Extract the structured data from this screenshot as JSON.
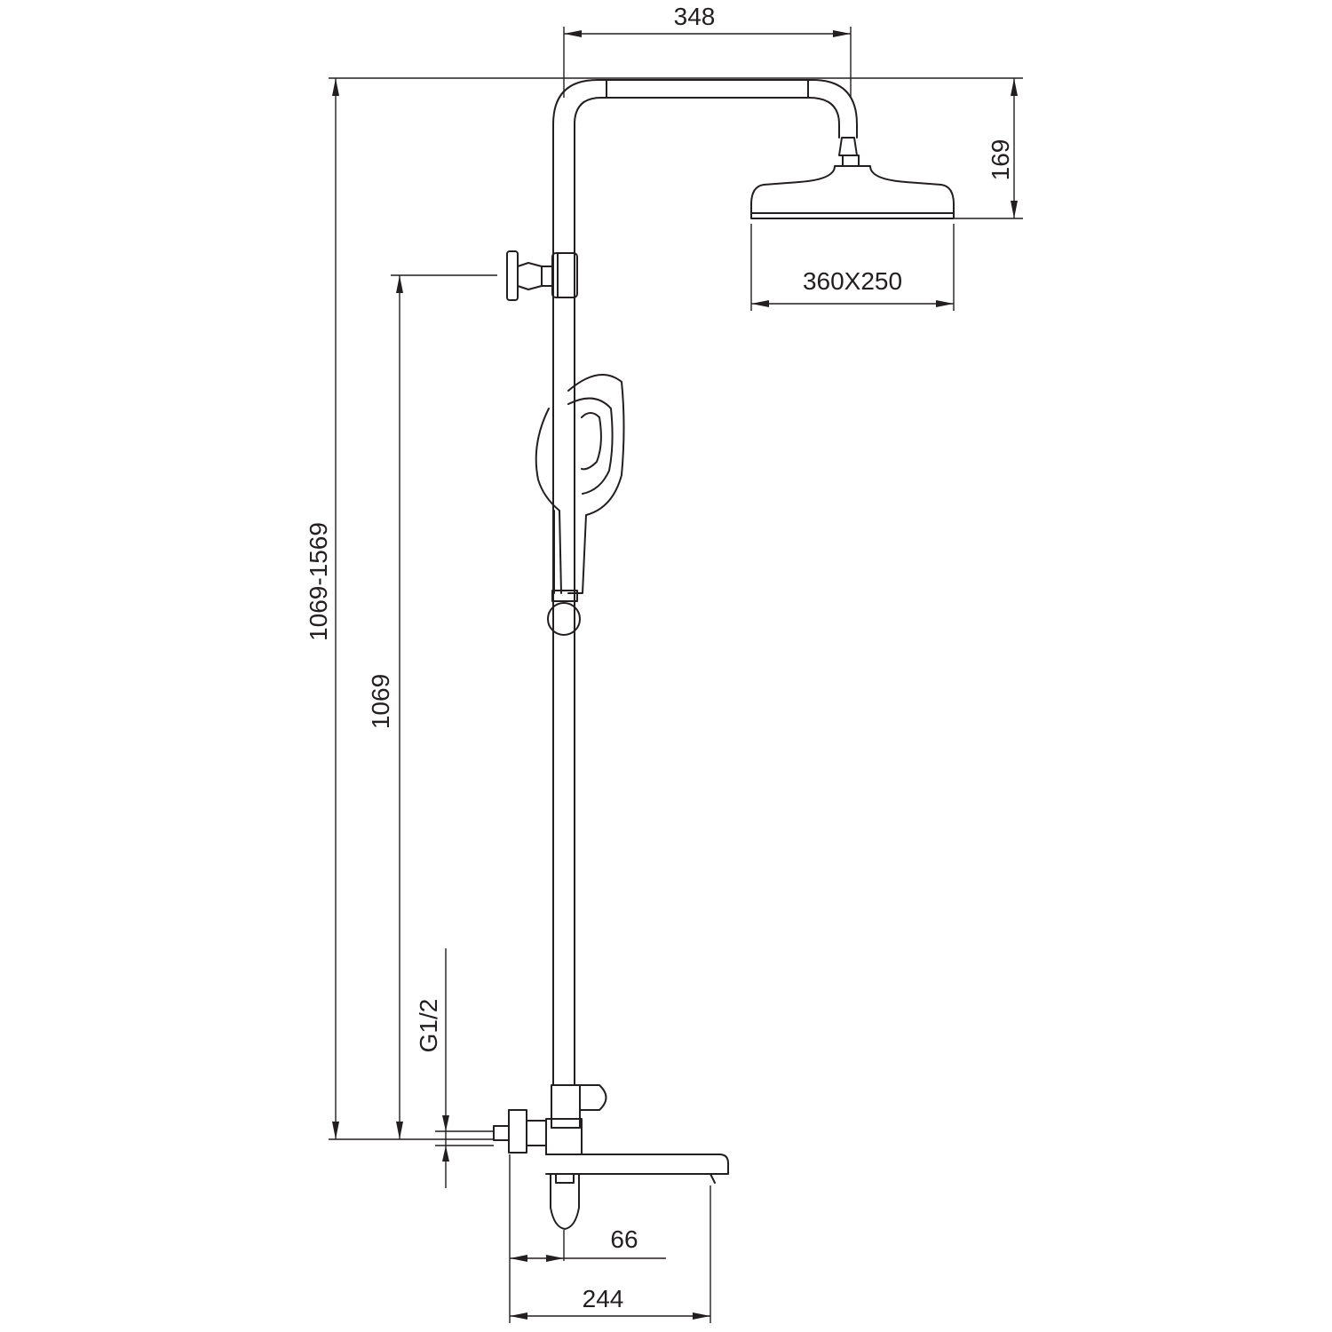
{
  "dimensions": {
    "top_arm": "348",
    "head_height": "169",
    "head_size": "360X250",
    "total_height": "1069-1569",
    "inlet_height": "1069",
    "thread": "G1/2",
    "spout_offset": "66",
    "spout_length": "244"
  },
  "colors": {
    "line": "#231f20",
    "background": "#ffffff"
  }
}
